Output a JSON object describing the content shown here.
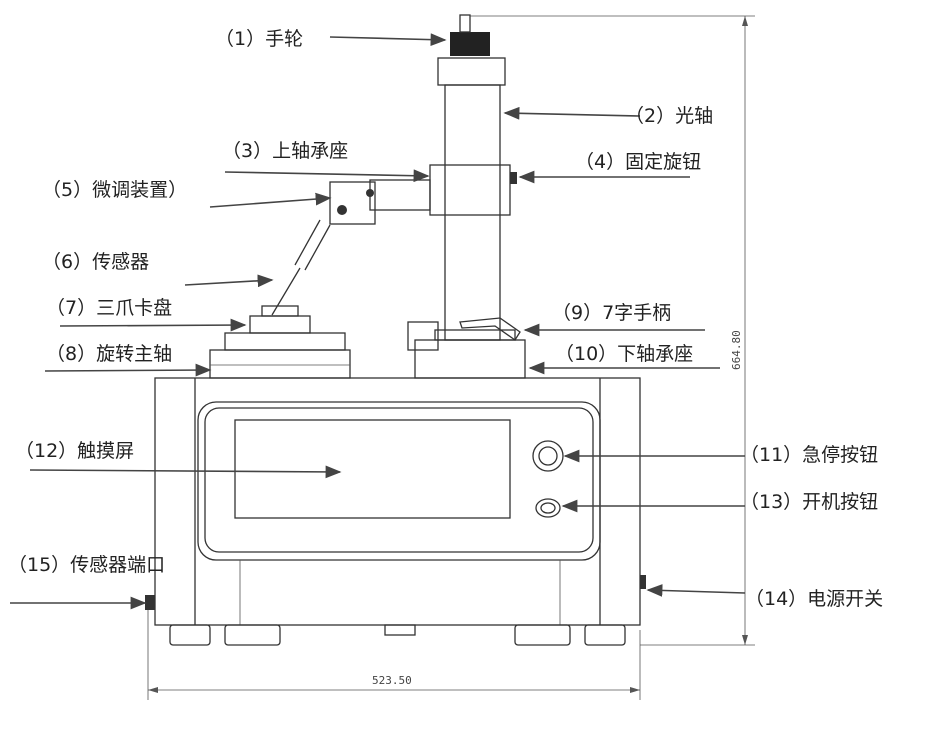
{
  "labels": {
    "l1": "（1）手轮",
    "l2": "（2）光轴",
    "l3": "（3）上轴承座",
    "l4": "（4）固定旋钮",
    "l5": "（5）微调装置）",
    "l6": "（6）传感器",
    "l7": "（7）三爪卡盘",
    "l8": "（8）旋转主轴",
    "l9": "（9）7字手柄",
    "l10": "（10）下轴承座",
    "l11": "（11）急停按钮",
    "l12": "（12）触摸屏",
    "l13": "（13）开机按钮",
    "l14": "（14）电源开关",
    "l15": "（15）传感器端口"
  },
  "dimensions": {
    "height": "664.80",
    "width": "523.50"
  },
  "colors": {
    "line": "#333333",
    "arrow": "#444444"
  }
}
